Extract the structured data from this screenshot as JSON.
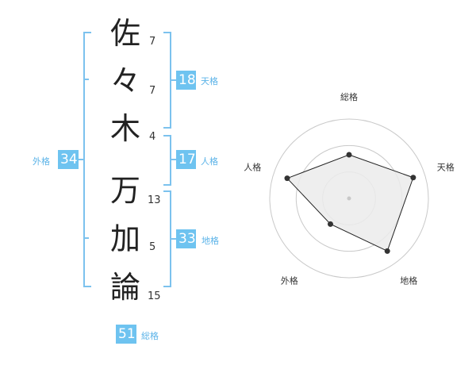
{
  "characters": [
    {
      "char": "佐",
      "strokes": "7"
    },
    {
      "char": "々",
      "strokes": "7"
    },
    {
      "char": "木",
      "strokes": "4"
    },
    {
      "char": "万",
      "strokes": "13"
    },
    {
      "char": "加",
      "strokes": "5"
    },
    {
      "char": "論",
      "strokes": "15"
    }
  ],
  "kaku": {
    "tenkaku": {
      "value": "18",
      "label": "天格"
    },
    "jinkaku": {
      "value": "17",
      "label": "人格"
    },
    "chikaku": {
      "value": "33",
      "label": "地格"
    },
    "gaikaku": {
      "value": "34",
      "label": "外格"
    },
    "soukaku": {
      "value": "51",
      "label": "総格"
    }
  },
  "chart_data": {
    "type": "radar",
    "axes": [
      "総格",
      "天格",
      "地格",
      "外格",
      "人格"
    ],
    "values": [
      0.55,
      0.85,
      0.82,
      0.4,
      0.82
    ],
    "range": [
      0,
      1
    ],
    "rings": 3,
    "colors": {
      "fill": "#ebebeb",
      "line": "#222222",
      "ring": "#c9c9c9"
    }
  }
}
